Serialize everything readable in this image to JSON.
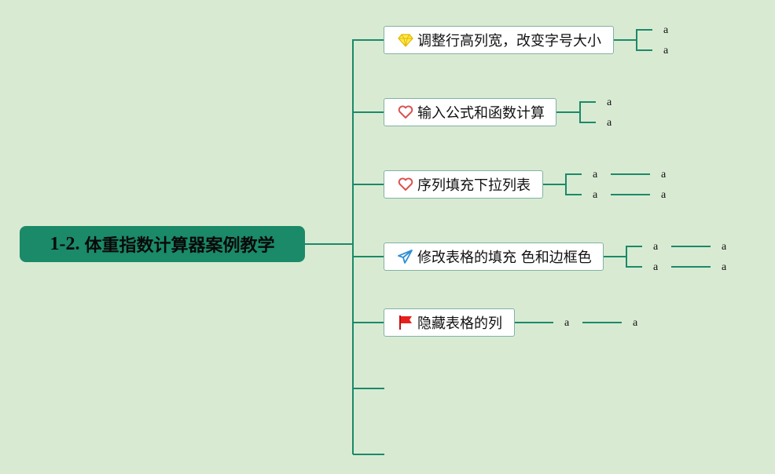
{
  "root": {
    "prefix": "1-2.",
    "title": "体重指数计算器案例教学"
  },
  "topics": [
    {
      "icon": "diamond-icon",
      "label": "调整行高列宽，改变字号大小",
      "leaves": [
        "a",
        "a"
      ]
    },
    {
      "icon": "heart-icon",
      "label": "输入公式和函数计算",
      "leaves": [
        "a",
        "a"
      ]
    },
    {
      "icon": "heart-icon",
      "label": "序列填充下拉列表",
      "leaves": [
        "a",
        "a",
        "a",
        "a"
      ]
    },
    {
      "icon": "paper-plane-icon",
      "label": "修改表格的填充 色和边框色",
      "leaves": [
        "a",
        "a",
        "a",
        "a"
      ]
    },
    {
      "icon": "red-flag-icon",
      "label": "隐藏表格的列",
      "leaves": [
        "a",
        "a"
      ]
    }
  ],
  "colors": {
    "background": "#d9ead3",
    "root_fill": "#1a8a68",
    "connector": "#1a8a68",
    "topic_border": "#7fb3a3",
    "diamond": "#f5d400",
    "heart": "#d9534f",
    "plane": "#2d8fd5",
    "flag": "#e8201c"
  }
}
